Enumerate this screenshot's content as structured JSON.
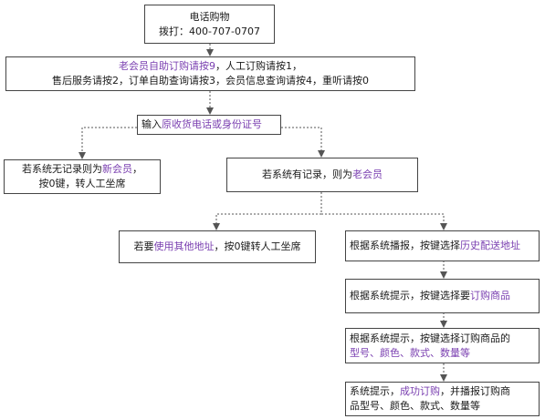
{
  "colors": {
    "accent": "#7a3fb0",
    "border": "#444444",
    "connector": "#555555"
  },
  "nodes": {
    "start": {
      "line1": "电话购物",
      "line2": "拨打：400-707-0707"
    },
    "menu": {
      "l1_accent": "老会员自助订购请按9",
      "l1_rest": "，人工订购请按1，",
      "l2": "售后服务请按2，订单自助查询请按3，会员信息查询请按4，重听请按0"
    },
    "input": {
      "prefix": "输入",
      "accent": "原收货电话或身份证号"
    },
    "no_record": {
      "l1_prefix": "若系统无记录则为",
      "l1_accent": "新会员",
      "l1_suffix": "，",
      "l2": "按0键，转人工坐席"
    },
    "has_record": {
      "prefix": "若系统有记录，则为",
      "accent": "老会员"
    },
    "other_address": {
      "prefix": "若要",
      "accent": "使用其他地址",
      "suffix": "，按0键转人工坐席"
    },
    "history_address": {
      "prefix": "根据系统播报，按键选择",
      "accent": "历史配送地址"
    },
    "choose_goods": {
      "prefix": "根据系统提示，按键选择要",
      "accent": "订购商品"
    },
    "choose_spec": {
      "l1": "根据系统提示，按键选择订购商品的",
      "l2_accent": "型号、颜色、款式、数量等"
    },
    "confirm": {
      "l1_prefix": "系统提示，",
      "l1_accent": "成功订购",
      "l1_suffix": "，并播报订购商",
      "l2": "品型号、颜色、款式、数量等"
    }
  }
}
